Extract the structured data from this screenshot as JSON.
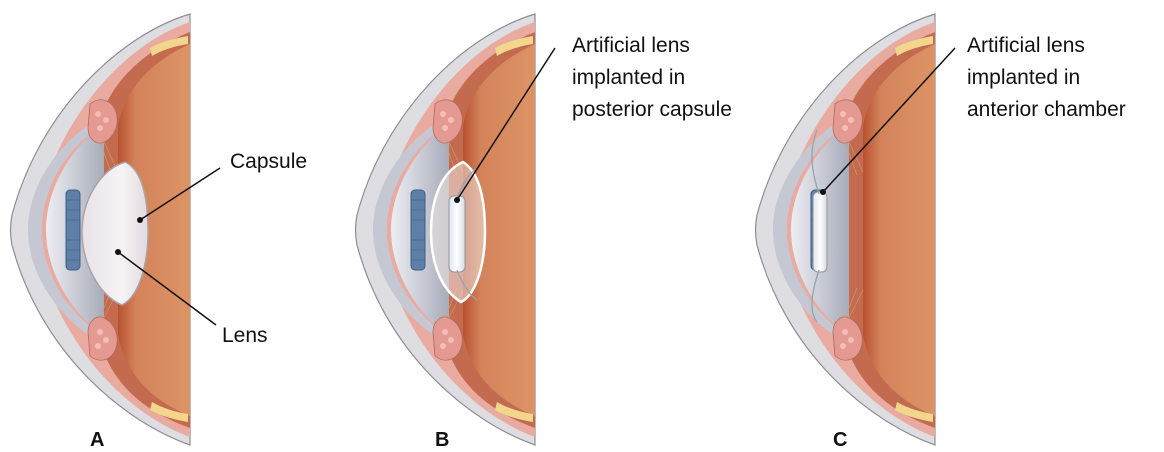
{
  "panels": [
    {
      "letter": "A",
      "labels": {
        "capsule": "Capsule",
        "lens": "Lens"
      }
    },
    {
      "letter": "B",
      "label_lines": [
        "Artificial lens",
        "implanted in",
        "posterior capsule"
      ]
    },
    {
      "letter": "C",
      "label_lines": [
        "Artificial lens",
        "implanted in",
        "anterior chamber"
      ]
    }
  ],
  "colors": {
    "sclera_outer": "#d8d8dc",
    "sclera_pink": "#e8a9a0",
    "choroid": "#c9765c",
    "retina_orange": "#d88a5e",
    "vitreous_edge": "#c7643e",
    "cornea": "#c9ccd6",
    "anterior_chamber": "#b9bdc8",
    "iris": "#5d7fa8",
    "lens_fill": "#f3eef0",
    "ciliary_yellow": "#f1d58a"
  }
}
